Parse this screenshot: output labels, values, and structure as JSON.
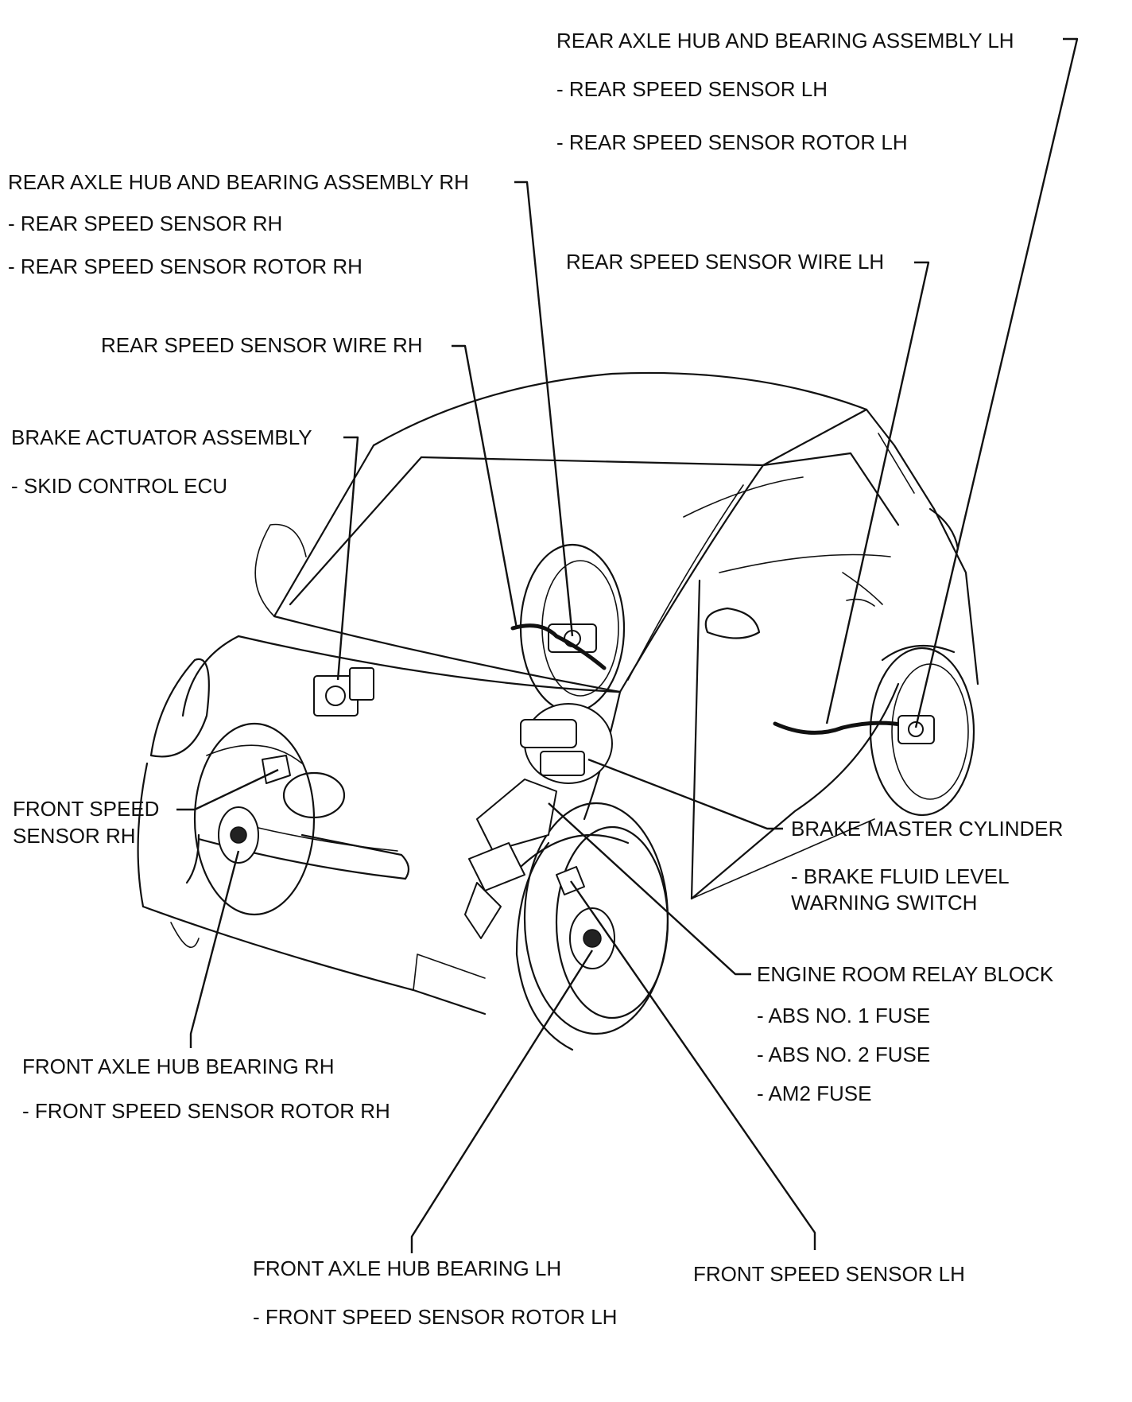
{
  "labels": {
    "rear_hub_lh": {
      "title": "REAR AXLE HUB AND BEARING ASSEMBLY LH",
      "sub1": "- REAR SPEED SENSOR LH",
      "sub2": "- REAR SPEED SENSOR ROTOR LH"
    },
    "rear_hub_rh": {
      "title": "REAR AXLE HUB AND BEARING ASSEMBLY RH",
      "sub1": "- REAR SPEED SENSOR RH",
      "sub2": "- REAR SPEED SENSOR ROTOR RH"
    },
    "rear_wire_lh": {
      "title": "REAR SPEED SENSOR WIRE LH"
    },
    "rear_wire_rh": {
      "title": "REAR SPEED SENSOR WIRE RH"
    },
    "brake_actuator": {
      "title": "BRAKE ACTUATOR ASSEMBLY",
      "sub1": "- SKID CONTROL ECU"
    },
    "front_sensor_rh": {
      "line1": "FRONT SPEED",
      "line2": "SENSOR RH"
    },
    "master_cylinder": {
      "title": "BRAKE MASTER CYLINDER",
      "sub1": "- BRAKE FLUID LEVEL",
      "sub2": "WARNING SWITCH"
    },
    "relay_block": {
      "title": "ENGINE ROOM RELAY BLOCK",
      "sub1": "- ABS NO. 1 FUSE",
      "sub2": "- ABS NO. 2 FUSE",
      "sub3": "- AM2 FUSE"
    },
    "front_hub_rh": {
      "title": "FRONT AXLE HUB BEARING RH",
      "sub1": "- FRONT SPEED SENSOR ROTOR RH"
    },
    "front_hub_lh": {
      "title": "FRONT AXLE HUB BEARING LH",
      "sub1": "- FRONT SPEED SENSOR ROTOR LH"
    },
    "front_sensor_lh": {
      "title": "FRONT SPEED SENSOR LH"
    }
  }
}
